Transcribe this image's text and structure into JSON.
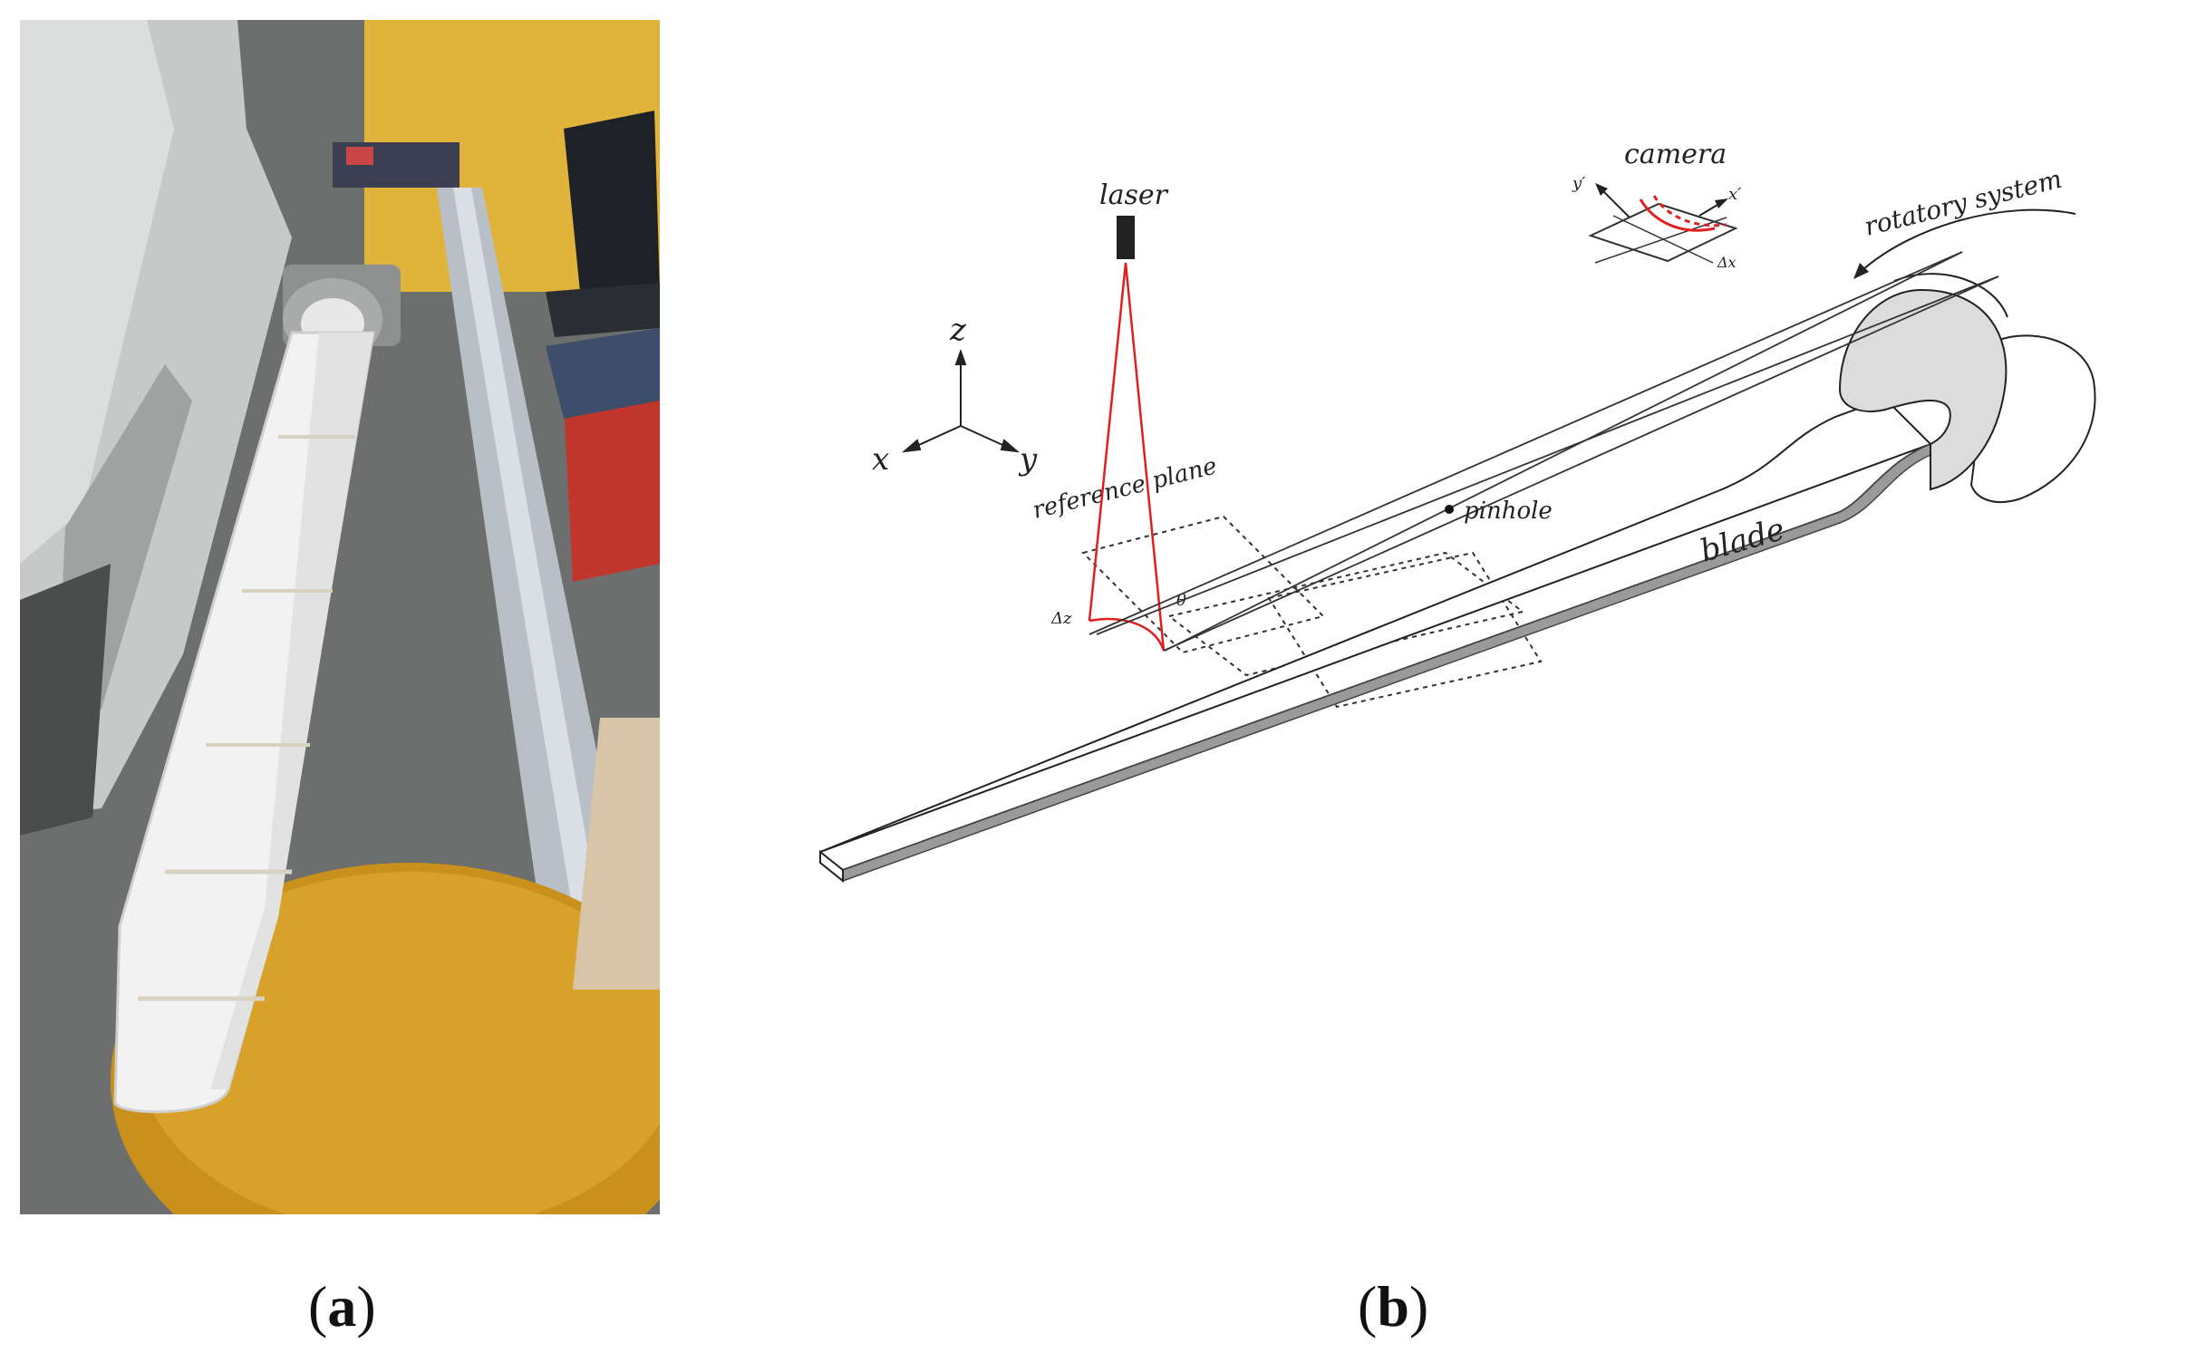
{
  "panel_a": {
    "caption_open": "(",
    "caption_letter": "a",
    "caption_close": ")"
  },
  "panel_b": {
    "caption_open": "(",
    "caption_letter": "b",
    "caption_close": ")",
    "labels": {
      "camera": "camera",
      "laser": "laser",
      "pinhole": "pinhole",
      "blade": "blade",
      "rotatory_system": "rotatory system",
      "reference_plane": "reference plane",
      "axis_x": "x",
      "axis_y": "y",
      "axis_z": "z",
      "cam_x": "x′",
      "cam_y": "y′",
      "delta_x": "Δx",
      "delta_z": "Δz",
      "angle": "θ"
    },
    "colors": {
      "laser_beam": "#e02020",
      "lines": "#222222",
      "blade_edge": "#888888",
      "hub": "#d9d9d9"
    }
  }
}
